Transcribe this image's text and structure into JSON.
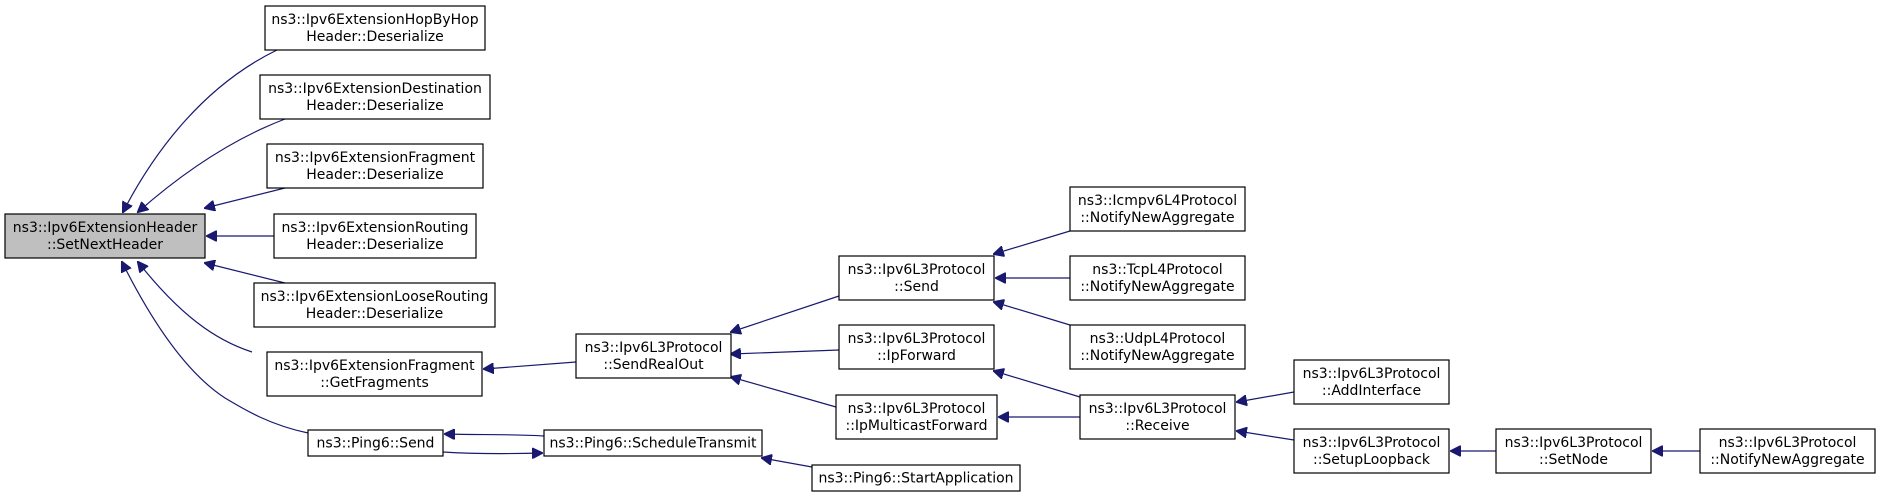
{
  "graph": {
    "root": "setnextheader",
    "colors": {
      "edge": "#191970",
      "root_fill": "#bfbfbf",
      "node_fill": "#ffffff",
      "border": "#000000"
    },
    "nodes": [
      {
        "id": "setnextheader",
        "lines": [
          "ns3::Ipv6ExtensionHeader",
          "::SetNextHeader"
        ]
      },
      {
        "id": "hopbyhop",
        "lines": [
          "ns3::Ipv6ExtensionHopByHop",
          "Header::Deserialize"
        ]
      },
      {
        "id": "destination",
        "lines": [
          "ns3::Ipv6ExtensionDestination",
          "Header::Deserialize"
        ]
      },
      {
        "id": "fragment-deser",
        "lines": [
          "ns3::Ipv6ExtensionFragment",
          "Header::Deserialize"
        ]
      },
      {
        "id": "routing",
        "lines": [
          "ns3::Ipv6ExtensionRouting",
          "Header::Deserialize"
        ]
      },
      {
        "id": "looserouting",
        "lines": [
          "ns3::Ipv6ExtensionLooseRouting",
          "Header::Deserialize"
        ]
      },
      {
        "id": "getfragments",
        "lines": [
          "ns3::Ipv6ExtensionFragment",
          "::GetFragments"
        ]
      },
      {
        "id": "ping6-send",
        "lines": [
          "ns3::Ping6::Send"
        ]
      },
      {
        "id": "sendrealout",
        "lines": [
          "ns3::Ipv6L3Protocol",
          "::SendRealOut"
        ]
      },
      {
        "id": "schedule",
        "lines": [
          "ns3::Ping6::ScheduleTransmit"
        ]
      },
      {
        "id": "startapp",
        "lines": [
          "ns3::Ping6::StartApplication"
        ]
      },
      {
        "id": "l3-send",
        "lines": [
          "ns3::Ipv6L3Protocol",
          "::Send"
        ]
      },
      {
        "id": "ipforward",
        "lines": [
          "ns3::Ipv6L3Protocol",
          "::IpForward"
        ]
      },
      {
        "id": "ipmcast",
        "lines": [
          "ns3::Ipv6L3Protocol",
          "::IpMulticastForward"
        ]
      },
      {
        "id": "icmp-nna",
        "lines": [
          "ns3::Icmpv6L4Protocol",
          "::NotifyNewAggregate"
        ]
      },
      {
        "id": "tcp-nna",
        "lines": [
          "ns3::TcpL4Protocol",
          "::NotifyNewAggregate"
        ]
      },
      {
        "id": "udp-nna",
        "lines": [
          "ns3::UdpL4Protocol",
          "::NotifyNewAggregate"
        ]
      },
      {
        "id": "receive",
        "lines": [
          "ns3::Ipv6L3Protocol",
          "::Receive"
        ]
      },
      {
        "id": "addinterface",
        "lines": [
          "ns3::Ipv6L3Protocol",
          "::AddInterface"
        ]
      },
      {
        "id": "setuploopback",
        "lines": [
          "ns3::Ipv6L3Protocol",
          "::SetupLoopback"
        ]
      },
      {
        "id": "setnode",
        "lines": [
          "ns3::Ipv6L3Protocol",
          "::SetNode"
        ]
      },
      {
        "id": "l3-nna",
        "lines": [
          "ns3::Ipv6L3Protocol",
          "::NotifyNewAggregate"
        ]
      }
    ],
    "edges": [
      {
        "from": "hopbyhop",
        "to": "setnextheader"
      },
      {
        "from": "destination",
        "to": "setnextheader"
      },
      {
        "from": "fragment-deser",
        "to": "setnextheader"
      },
      {
        "from": "routing",
        "to": "setnextheader"
      },
      {
        "from": "looserouting",
        "to": "setnextheader"
      },
      {
        "from": "getfragments",
        "to": "setnextheader"
      },
      {
        "from": "ping6-send",
        "to": "setnextheader"
      },
      {
        "from": "sendrealout",
        "to": "getfragments"
      },
      {
        "from": "schedule",
        "to": "ping6-send"
      },
      {
        "from": "ping6-send",
        "to": "schedule"
      },
      {
        "from": "startapp",
        "to": "schedule"
      },
      {
        "from": "l3-send",
        "to": "sendrealout"
      },
      {
        "from": "ipforward",
        "to": "sendrealout"
      },
      {
        "from": "ipmcast",
        "to": "sendrealout"
      },
      {
        "from": "icmp-nna",
        "to": "l3-send"
      },
      {
        "from": "tcp-nna",
        "to": "l3-send"
      },
      {
        "from": "udp-nna",
        "to": "l3-send"
      },
      {
        "from": "receive",
        "to": "ipforward"
      },
      {
        "from": "receive",
        "to": "ipmcast"
      },
      {
        "from": "addinterface",
        "to": "receive"
      },
      {
        "from": "setuploopback",
        "to": "receive"
      },
      {
        "from": "setnode",
        "to": "setuploopback"
      },
      {
        "from": "l3-nna",
        "to": "setnode"
      }
    ]
  }
}
